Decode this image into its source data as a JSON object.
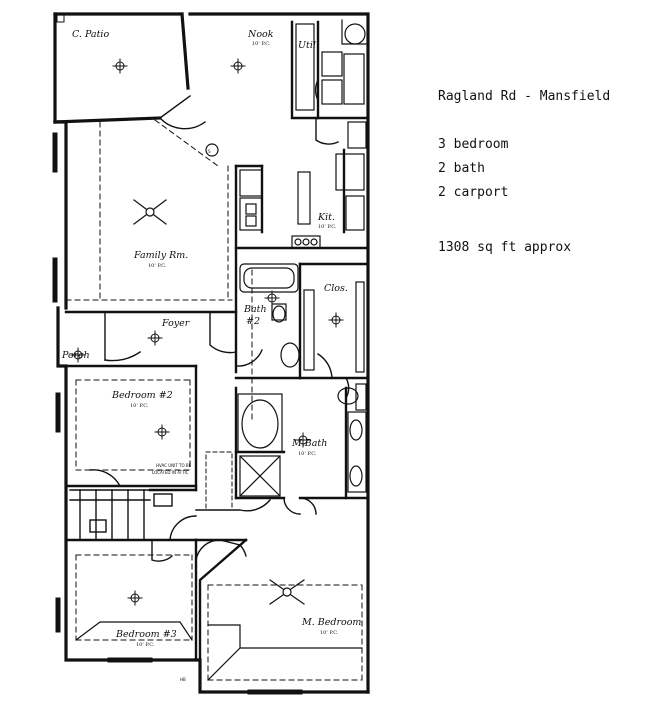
{
  "listing": {
    "title": "Ragland Rd - Mansfield",
    "bedrooms": "3 bedroom",
    "baths": "2 bath",
    "carports": "2 carport",
    "area": "1308 sq ft approx"
  },
  "rooms": {
    "patio": {
      "name": "C. Patio",
      "ceiling": ""
    },
    "nook": {
      "name": "Nook",
      "ceiling": "10' P.C."
    },
    "util": {
      "name": "Util.",
      "ceiling": ""
    },
    "family": {
      "name": "Family Rm.",
      "ceiling": "10' P.C."
    },
    "kit": {
      "name": "Kit.",
      "ceiling": "10' P.C."
    },
    "clos": {
      "name": "Clos.",
      "ceiling": ""
    },
    "foyer": {
      "name": "Foyer",
      "ceiling": ""
    },
    "bath2_a": {
      "name": "Bath",
      "ceiling": ""
    },
    "bath2_b": {
      "name": "#2",
      "ceiling": ""
    },
    "porch": {
      "name": "Porch",
      "ceiling": ""
    },
    "bed2": {
      "name": "Bedroom #2",
      "ceiling": "10' P.C."
    },
    "mbath": {
      "name": "M.Bath",
      "ceiling": "10' P.C."
    },
    "bed3": {
      "name": "Bedroom #3",
      "ceiling": "10' P.C."
    },
    "mbed": {
      "name": "M. Bedroom",
      "ceiling": "10' P.C."
    }
  },
  "notes": {
    "hvac_1": "HVAC UNIT TO BE",
    "hvac_2": "LOCATED IN ATTIC",
    "hb": "HB"
  }
}
